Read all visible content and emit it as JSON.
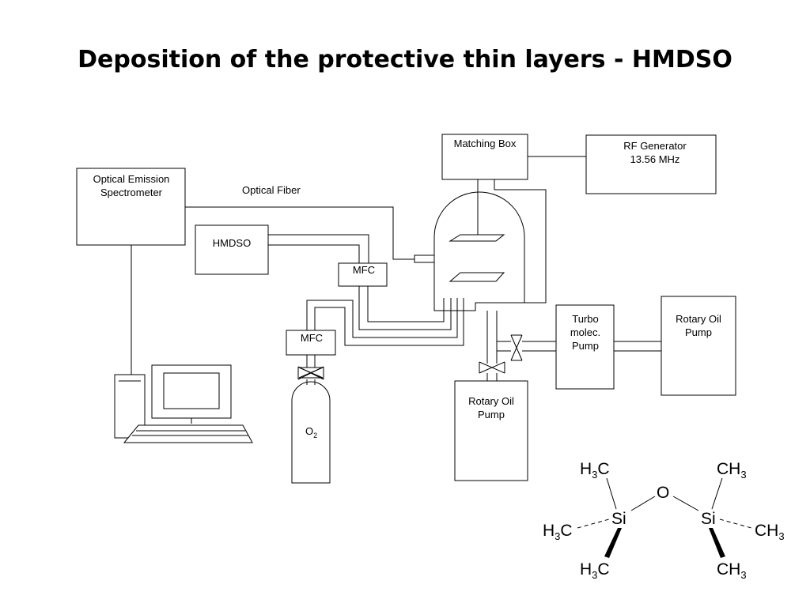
{
  "title": "Deposition of the protective thin layers - HMDSO",
  "labels": {
    "matching_box": "Matching Box",
    "rf_generator": [
      "RF Generator",
      "13.56 MHz"
    ],
    "oes": [
      "Optical Emission",
      "Spectrometer"
    ],
    "optical_fiber": "Optical Fiber",
    "hmdso": "HMDSO",
    "mfc_hmdso": "MFC",
    "mfc_o2": "MFC",
    "o2": "O",
    "o2_sub": "2",
    "turbo": [
      "Turbo",
      "molec.",
      "Pump"
    ],
    "rotary_right": [
      "Rotary Oil",
      "Pump"
    ],
    "rotary_bottom": [
      "Rotary Oil",
      "Pump"
    ]
  },
  "molecule": {
    "o": "O",
    "si_left": "Si",
    "si_right": "Si",
    "h3c_top": "H",
    "h3c_top_sub": "3",
    "h3c_top_c": "C",
    "ch3_top": "CH",
    "ch3_top_sub": "3",
    "h3c_left": "H",
    "h3c_left_sub": "3",
    "h3c_left_c": "C",
    "ch3_right": "CH",
    "ch3_right_sub": "3",
    "h3c_bottom": "H",
    "h3c_bottom_sub": "3",
    "h3c_bottom_c": "C",
    "ch3_bottom": "CH",
    "ch3_bottom_sub": "3"
  }
}
